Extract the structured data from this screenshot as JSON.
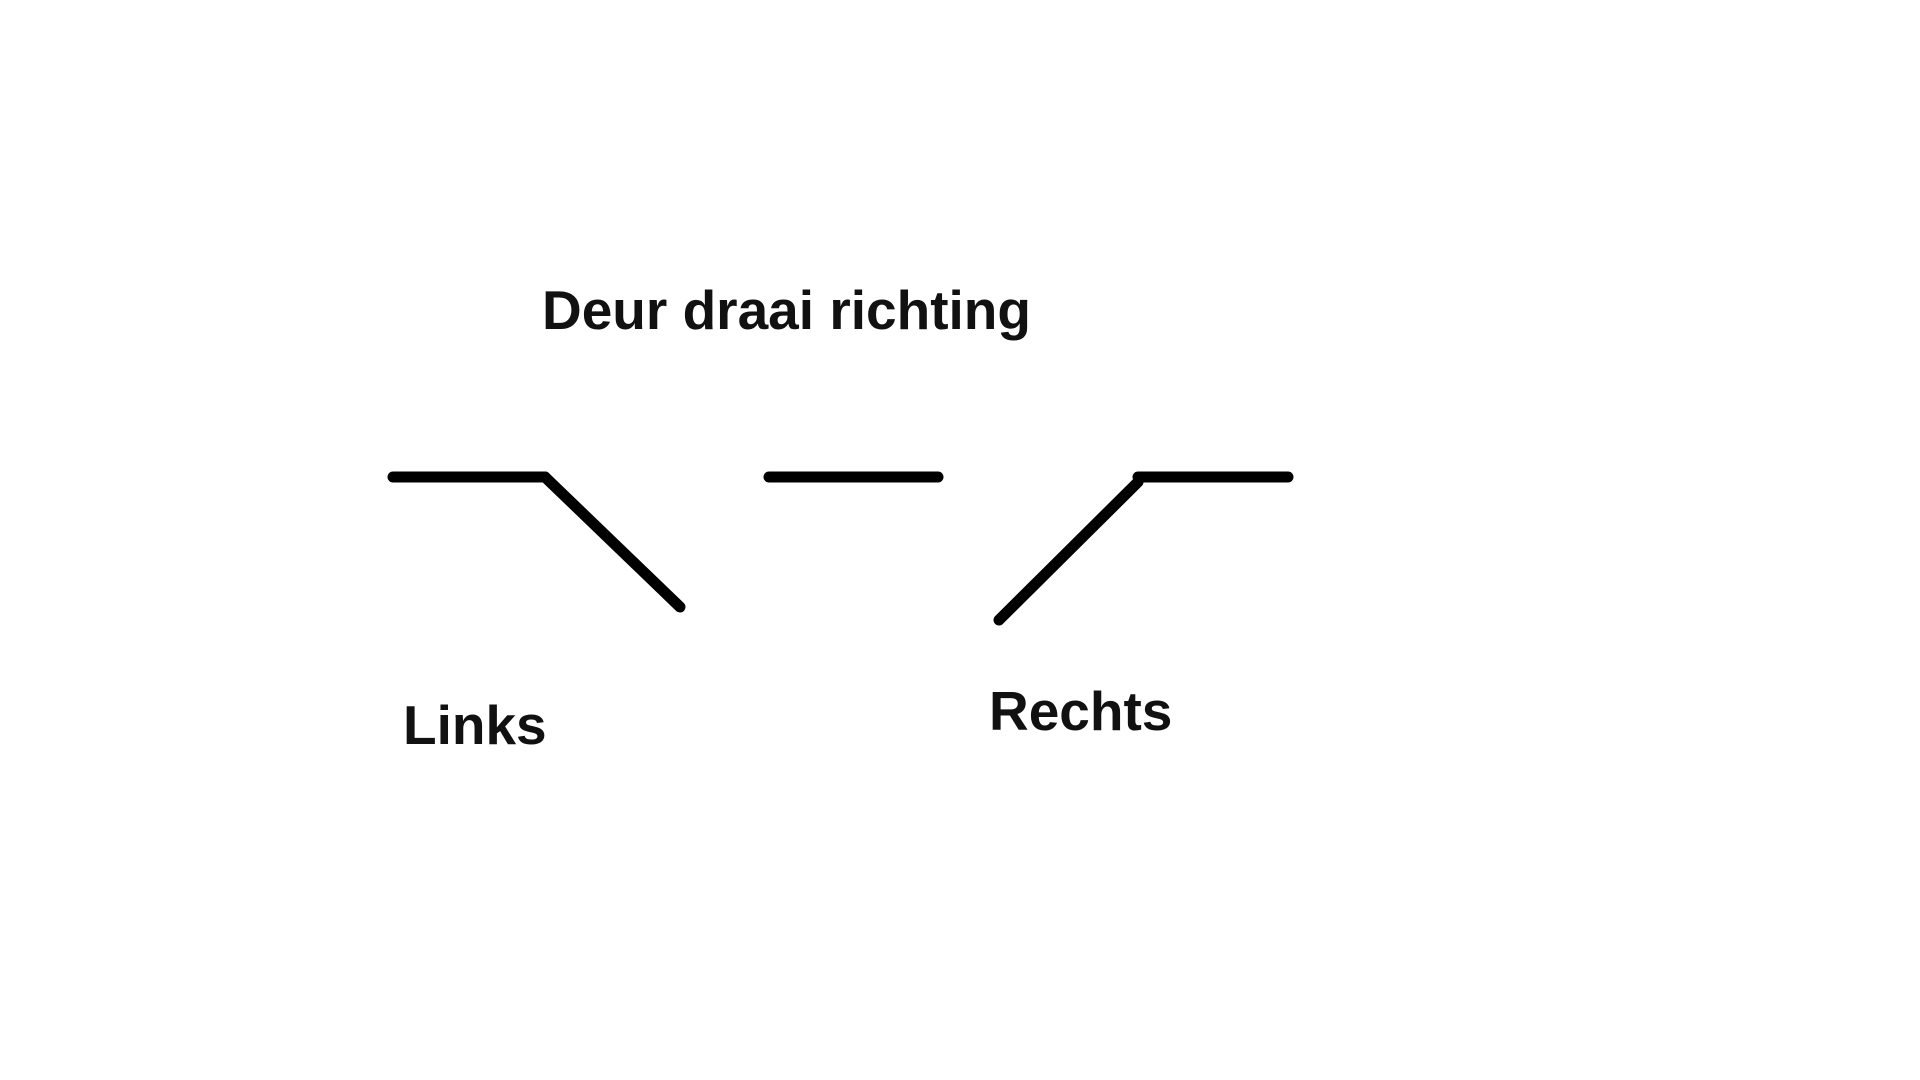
{
  "diagram": {
    "title": "Deur draai richting",
    "left_label": "Links",
    "right_label": "Rechts",
    "stroke_color": "#000000",
    "text_color": "#111111",
    "background": "#ffffff"
  }
}
